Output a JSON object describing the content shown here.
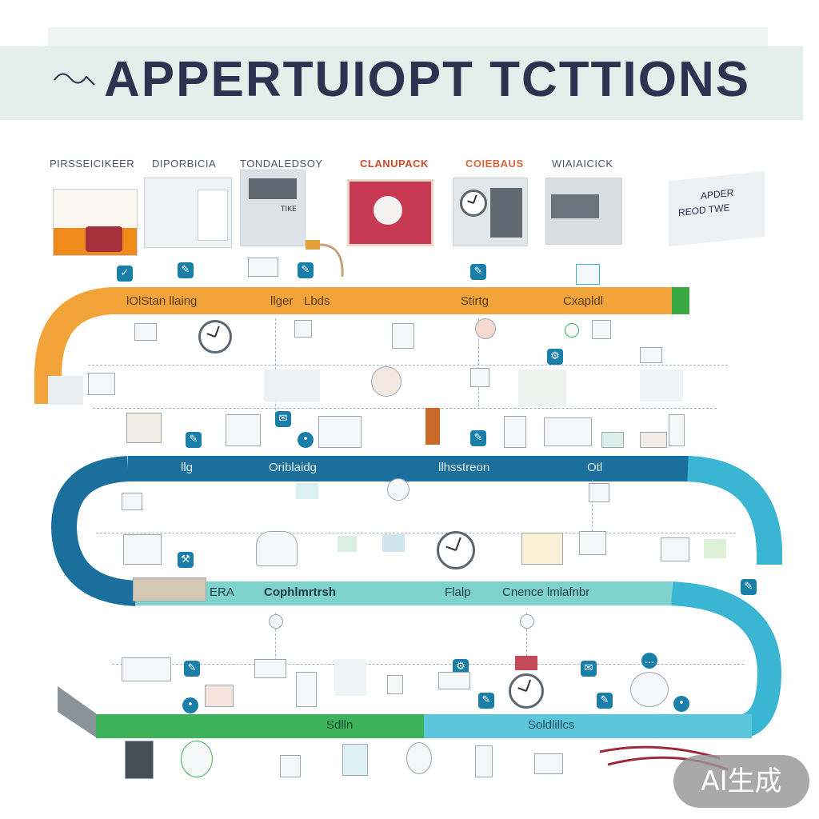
{
  "title": "APPERTUIOPT TCTTIONS",
  "top_labels": [
    "PIRSSEICIKEER",
    "DIPORBICIA",
    "TONDALEDSOY",
    "CLANUPACK",
    "COIEBAUS",
    "WIAIAICICK"
  ],
  "sign": {
    "line1": "APDER",
    "line2": "REOD TWE"
  },
  "card_text": "TIKE",
  "bands": {
    "orange": [
      "lOlStan llaing",
      "llger",
      "Lbds",
      "Stirtg",
      "Cxapldl"
    ],
    "blue_top": [
      "llg",
      "Oriblaidg",
      "llhsstreon",
      "Otl"
    ],
    "blue_mid": [
      "ERA",
      "Cophlmrtrsh",
      "Flalp",
      "Cnence lmlafnbr"
    ],
    "green": [
      "Sdlln",
      "Soldlillcs"
    ]
  },
  "badge": "AI生成",
  "colors": {
    "orange": "#f2a33a",
    "green_tip": "#39a845",
    "blue_dark": "#1a6f9c",
    "teal": "#3bb6d2",
    "mint": "#7fd3cf",
    "green": "#3cb25a",
    "title": "#2a3350"
  }
}
